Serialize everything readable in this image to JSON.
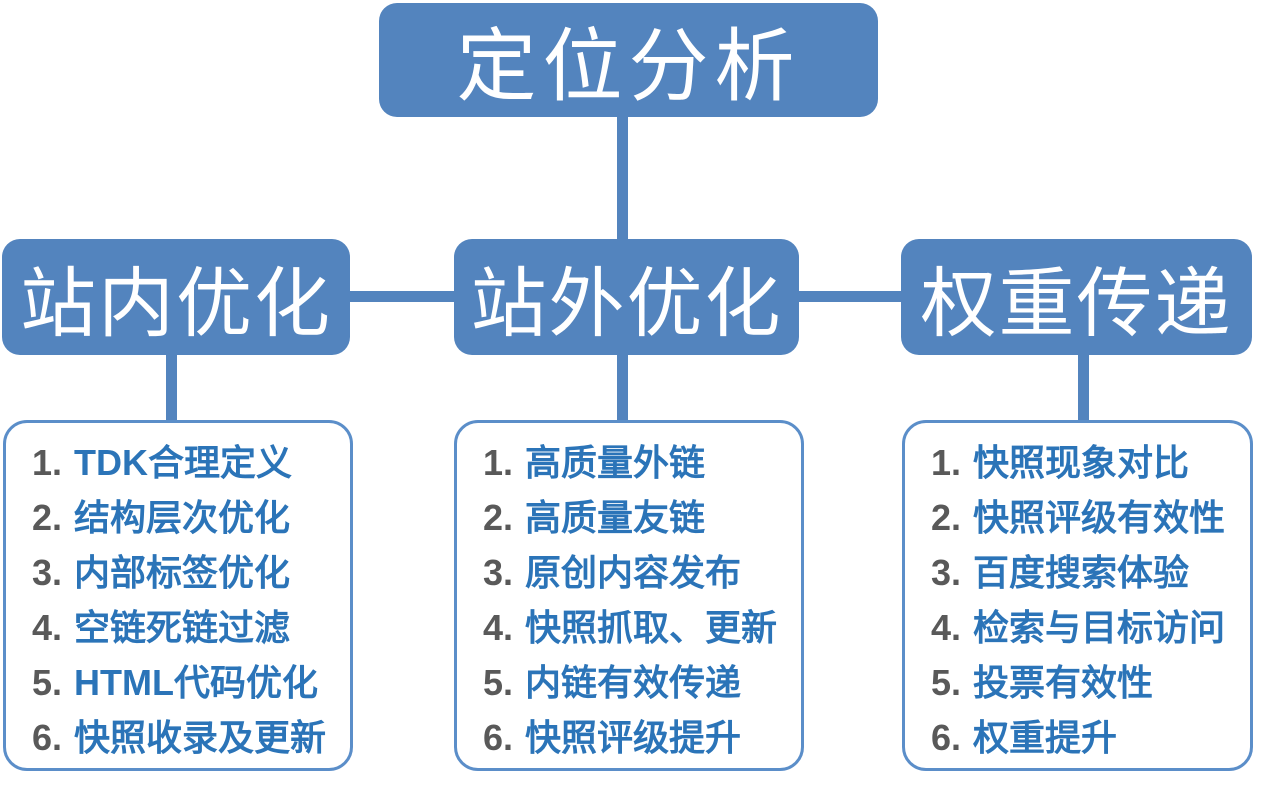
{
  "diagram": {
    "root": {
      "label": "定位分析"
    },
    "branches": [
      {
        "label": "站内优化",
        "items": [
          {
            "num": "1.",
            "text": "TDK合理定义"
          },
          {
            "num": "2.",
            "text": "结构层次优化"
          },
          {
            "num": "3.",
            "text": "内部标签优化"
          },
          {
            "num": "4.",
            "text": "空链死链过滤"
          },
          {
            "num": "5.",
            "text": "HTML代码优化"
          },
          {
            "num": "6.",
            "text": "快照收录及更新"
          }
        ]
      },
      {
        "label": "站外优化",
        "items": [
          {
            "num": "1.",
            "text": "高质量外链"
          },
          {
            "num": "2.",
            "text": "高质量友链"
          },
          {
            "num": "3.",
            "text": "原创内容发布"
          },
          {
            "num": "4.",
            "text": "快照抓取、更新"
          },
          {
            "num": "5.",
            "text": "内链有效传递"
          },
          {
            "num": "6.",
            "text": "快照评级提升"
          }
        ]
      },
      {
        "label": "权重传递",
        "items": [
          {
            "num": "1.",
            "text": "快照现象对比"
          },
          {
            "num": "2.",
            "text": "快照评级有效性"
          },
          {
            "num": "3.",
            "text": "百度搜索体验"
          },
          {
            "num": "4.",
            "text": "检索与目标访问"
          },
          {
            "num": "5.",
            "text": "投票有效性"
          },
          {
            "num": "6.",
            "text": "权重提升"
          }
        ]
      }
    ],
    "colors": {
      "node_fill": "#5384BE",
      "connector": "#5384BE",
      "box_border": "#5B8EC9",
      "item_text": "#2B74B8",
      "item_number": "#595959"
    }
  }
}
